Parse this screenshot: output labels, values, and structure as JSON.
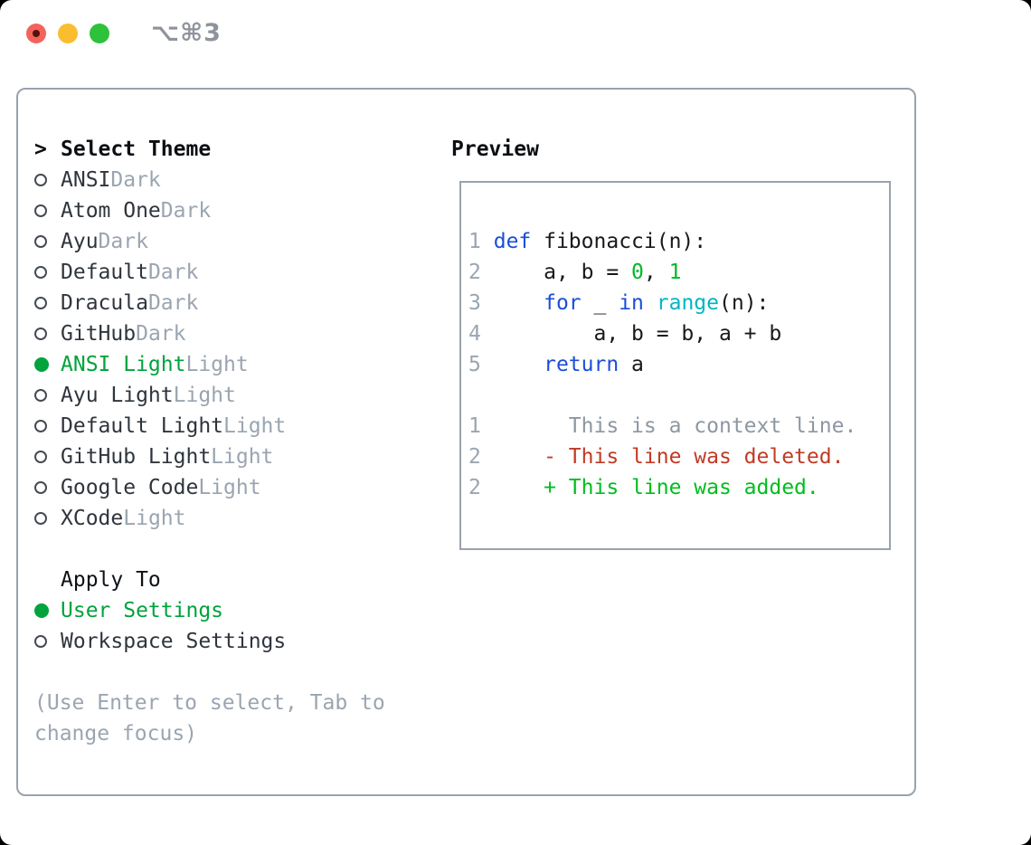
{
  "window": {
    "title": "⌥⌘3"
  },
  "traffic_lights": {
    "close": "#f4635b",
    "close_dot": "#53120e",
    "minimize": "#f9bd2e",
    "zoom": "#2ec13c"
  },
  "colors": {
    "panel_border": "#99a2ad",
    "text": "#2f353d",
    "heading": "#0b0e12",
    "muted": "#9aa5b1",
    "selected": "#00a33c",
    "title": "#8e939b",
    "code_plain": "#16191d",
    "code_keyword": "#1a4ed8",
    "code_number": "#00b926",
    "code_builtin": "#00b4c5",
    "code_linenum": "#9aa5b1",
    "diff_context": "#8d97a2",
    "diff_deleted": "#c23a24",
    "diff_added": "#00bd1f"
  },
  "sidebar": {
    "header_marker": ">",
    "header": "Select Theme",
    "themes": [
      {
        "name": "ANSI",
        "variant": "Dark",
        "selected": false
      },
      {
        "name": "Atom One",
        "variant": "Dark",
        "selected": false
      },
      {
        "name": "Ayu",
        "variant": "Dark",
        "selected": false
      },
      {
        "name": "Default",
        "variant": "Dark",
        "selected": false
      },
      {
        "name": "Dracula",
        "variant": "Dark",
        "selected": false
      },
      {
        "name": "GitHub",
        "variant": "Dark",
        "selected": false
      },
      {
        "name": "ANSI Light",
        "variant": "Light",
        "selected": true
      },
      {
        "name": "Ayu Light",
        "variant": "Light",
        "selected": false
      },
      {
        "name": "Default Light",
        "variant": "Light",
        "selected": false
      },
      {
        "name": "GitHub Light",
        "variant": "Light",
        "selected": false
      },
      {
        "name": "Google Code",
        "variant": "Light",
        "selected": false
      },
      {
        "name": "XCode",
        "variant": "Light",
        "selected": false
      }
    ],
    "apply_header": "Apply To",
    "apply_options": [
      {
        "label": "User Settings",
        "selected": true
      },
      {
        "label": "Workspace Settings",
        "selected": false
      }
    ],
    "help": "(Use Enter to select, Tab to change focus)"
  },
  "preview": {
    "header": "Preview",
    "lines": [
      {
        "num": "1",
        "segments": [
          {
            "t": "def",
            "c": "kw"
          },
          {
            "t": " fibonacci(n):",
            "c": "plain"
          }
        ]
      },
      {
        "num": "2",
        "segments": [
          {
            "t": "    a, b = ",
            "c": "plain"
          },
          {
            "t": "0",
            "c": "num"
          },
          {
            "t": ", ",
            "c": "plain"
          },
          {
            "t": "1",
            "c": "num"
          }
        ]
      },
      {
        "num": "3",
        "segments": [
          {
            "t": "    ",
            "c": "plain"
          },
          {
            "t": "for",
            "c": "kw"
          },
          {
            "t": " _ ",
            "c": "plain"
          },
          {
            "t": "in",
            "c": "kw"
          },
          {
            "t": " ",
            "c": "plain"
          },
          {
            "t": "range",
            "c": "builtin"
          },
          {
            "t": "(n):",
            "c": "plain"
          }
        ]
      },
      {
        "num": "4",
        "segments": [
          {
            "t": "        a, b = b, a + b",
            "c": "plain"
          }
        ]
      },
      {
        "num": "5",
        "segments": [
          {
            "t": "    ",
            "c": "plain"
          },
          {
            "t": "return",
            "c": "kw"
          },
          {
            "t": " a",
            "c": "plain"
          }
        ]
      },
      {
        "num": "",
        "segments": []
      },
      {
        "num": "1",
        "segments": [
          {
            "t": "      This is a context line.",
            "c": "ctx"
          }
        ]
      },
      {
        "num": "2",
        "segments": [
          {
            "t": "    - This line was deleted.",
            "c": "del"
          }
        ]
      },
      {
        "num": "2",
        "segments": [
          {
            "t": "    + This line was added.",
            "c": "add"
          }
        ]
      }
    ]
  }
}
